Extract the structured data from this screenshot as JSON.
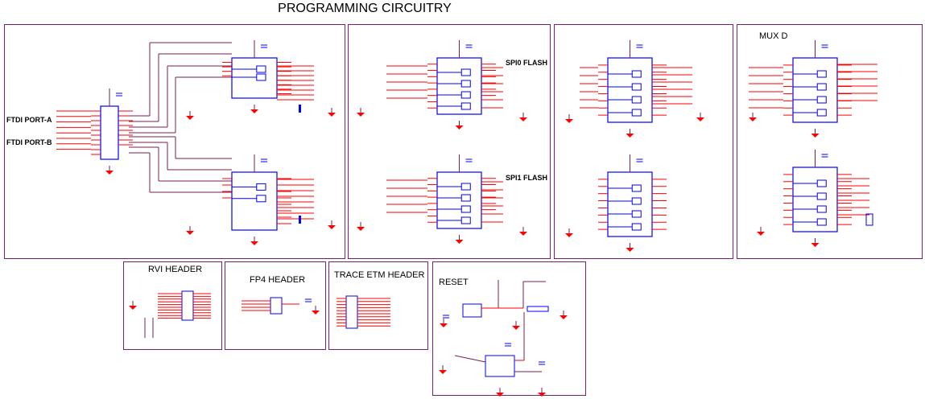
{
  "title": "PROGRAMMING CIRCUITRY",
  "panels": {
    "ftdi": {
      "port_a": "FTDI PORT-A",
      "port_b": "FTDI PORT-B"
    },
    "spi": {
      "spi0": "SPI0 FLASH",
      "spi1": "SPI1 FLASH"
    },
    "mux_d": {
      "heading": "MUX D"
    },
    "rvi": {
      "heading": "RVI HEADER"
    },
    "fp4": {
      "heading": "FP4 HEADER"
    },
    "trace": {
      "heading": "TRACE ETM HEADER"
    },
    "reset": {
      "heading": "RESET"
    }
  },
  "colors": {
    "border": "#7a1f6e",
    "chip": "#0000ff",
    "pin": "#ff0000",
    "wire": "#7a1f4e",
    "cap": "#0000ff"
  }
}
